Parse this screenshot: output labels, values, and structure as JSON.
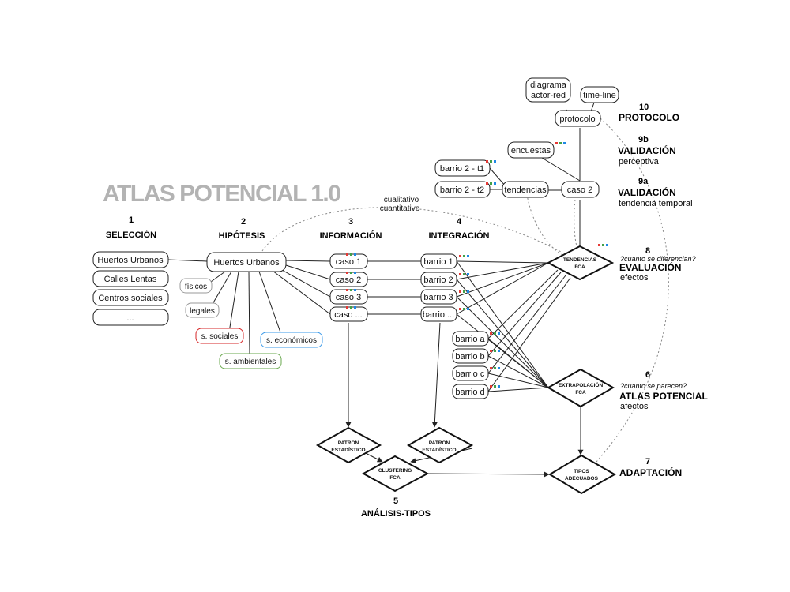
{
  "title": "ATLAS POTENCIAL 1.0",
  "steps": {
    "s1": {
      "num": "1",
      "title": "SELECCIÓN"
    },
    "s2": {
      "num": "2",
      "title": "HIPÓTESIS"
    },
    "s3": {
      "num": "3",
      "title": "INFORMACIÓN"
    },
    "s4": {
      "num": "4",
      "title": "INTEGRACIÓN"
    },
    "s5": {
      "num": "5",
      "title": "ANÁLISIS-TIPOS"
    },
    "s6": {
      "num": "6",
      "note": "?cuanto se parecen?",
      "title": "ATLAS POTENCIAL",
      "sub": "afectos"
    },
    "s7": {
      "num": "7",
      "title": "ADAPTACIÓN"
    },
    "s8": {
      "num": "8",
      "note": "?cuanto se diferencian?",
      "title": "EVALUACIÓN",
      "sub": "efectos"
    },
    "s9a": {
      "num": "9a",
      "title": "VALIDACIÓN",
      "sub": "tendencia temporal"
    },
    "s9b": {
      "num": "9b",
      "title": "VALIDACIÓN",
      "sub": "perceptiva"
    },
    "s10": {
      "num": "10",
      "title": "PROTOCOLO"
    }
  },
  "arc_labels": {
    "top": "cualitativo",
    "bottom": "cuantitativo"
  },
  "selection": [
    "Huertos Urbanos",
    "Calles Lentas",
    "Centros sociales",
    "..."
  ],
  "hypothesis": {
    "main": "Huertos Urbanos",
    "subtopics": [
      "físicos",
      "legales",
      "s. sociales",
      "s. ambientales",
      "s. económicos"
    ]
  },
  "cases": [
    "caso 1",
    "caso 2",
    "caso 3",
    "caso ..."
  ],
  "barrios": [
    "barrio 1",
    "barrio 2",
    "barrio 3",
    "barrio ..."
  ],
  "barrios_extra": [
    "barrio a",
    "barrio b",
    "barrio c",
    "barrio d"
  ],
  "diamonds": {
    "tendencias": [
      "TENDENCIAS",
      "FCA"
    ],
    "extrapolacion": [
      "EXTRAPOLACIÓN",
      "FCA"
    ],
    "tipos": [
      "TIPOS",
      "ADECUADOS"
    ],
    "patron1": [
      "PATRÓN",
      "ESTADÍSTICO"
    ],
    "patron2": [
      "PATRÓN",
      "ESTADÍSTICO"
    ],
    "clustering": [
      "CLUSTERING",
      "FCA"
    ]
  },
  "protocol": {
    "diagrama": [
      "diagrama",
      "actor-red"
    ],
    "timeline": "time-line",
    "protocolo": "protocolo",
    "encuestas": "encuestas",
    "barrio2t1": "barrio 2 - t1",
    "barrio2t2": "barrio 2 - t2",
    "tendencias": "tendencias",
    "caso2": "caso 2"
  },
  "colors": {
    "line": "#222222",
    "dotted": "#888888",
    "grey_text": "#888888",
    "social": "#d62728",
    "ambiental": "#6aa84f",
    "economico": "#3d9be9",
    "dot_red": "#e53935",
    "dot_green": "#43a047",
    "dot_blue": "#1e88e5"
  }
}
